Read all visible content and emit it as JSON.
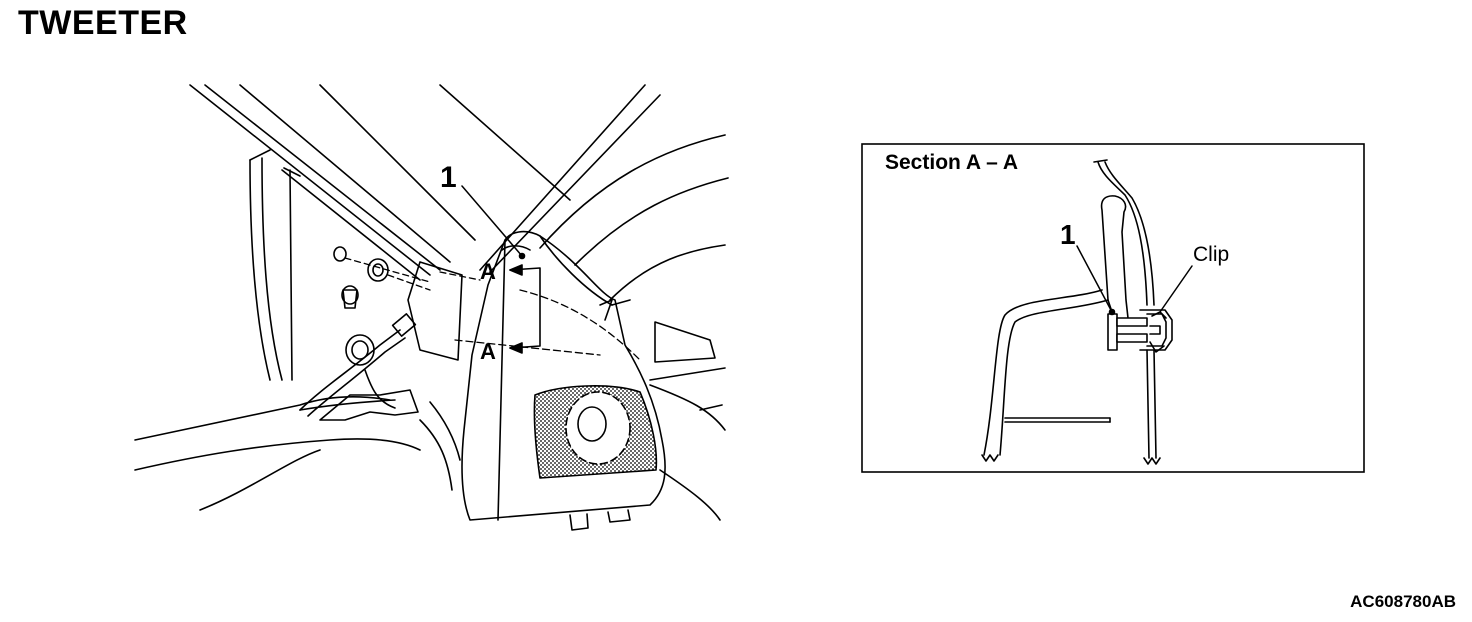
{
  "title": "TWEETER",
  "main_view": {
    "callout_number": "1",
    "section_marker_upper": "A",
    "section_marker_lower": "A"
  },
  "section_view": {
    "heading": "Section A – A",
    "callout_number": "1",
    "clip_label": "Clip"
  },
  "figure_code": "AC608780AB",
  "colors": {
    "line": "#000000",
    "background": "#ffffff"
  }
}
